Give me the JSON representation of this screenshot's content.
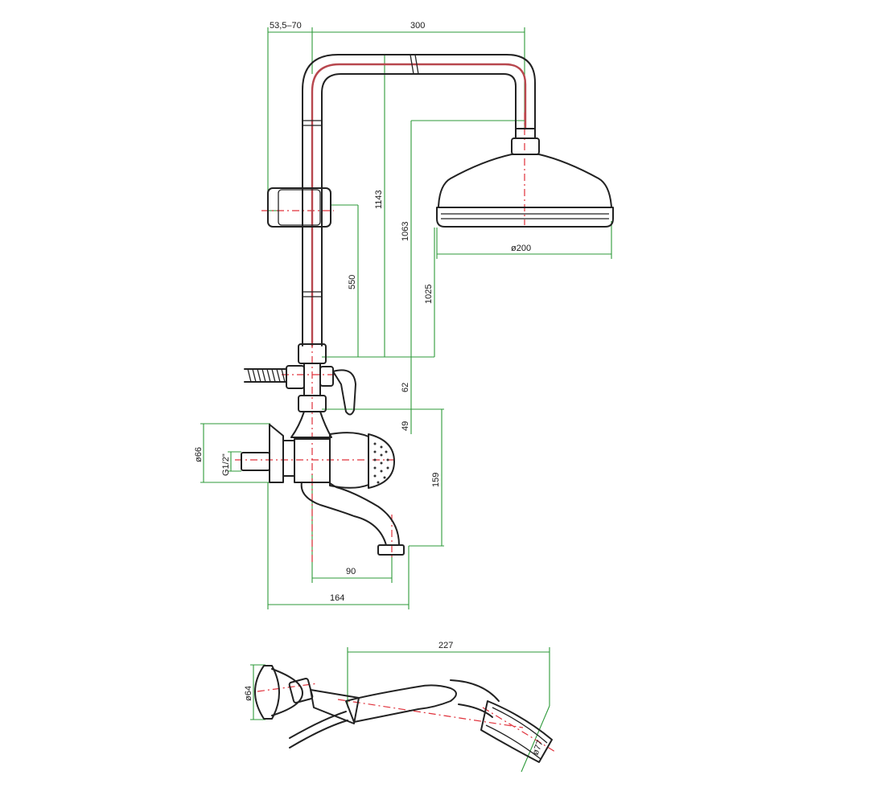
{
  "colors": {
    "outline": "#222222",
    "axis": "#e0303a",
    "dimension": "#2e9a3a",
    "background": "#ffffff"
  },
  "dimensions": {
    "arm_offset": "53,5–70",
    "arm_length": "300",
    "height_total": "1143",
    "height_head": "1063",
    "height_slider": "550",
    "height_head_face": "1025",
    "head_diameter": "ø200",
    "diverter_height": "62",
    "mixer_to_diverter": "49",
    "spout_height": "159",
    "flange_diameter": "ø66",
    "inlet_thread": "G1/2\"",
    "spout_reach": "90",
    "mixer_depth": "164",
    "handshower_length": "227",
    "handshower_holder": "ø64",
    "handshower_head": "ø77"
  }
}
